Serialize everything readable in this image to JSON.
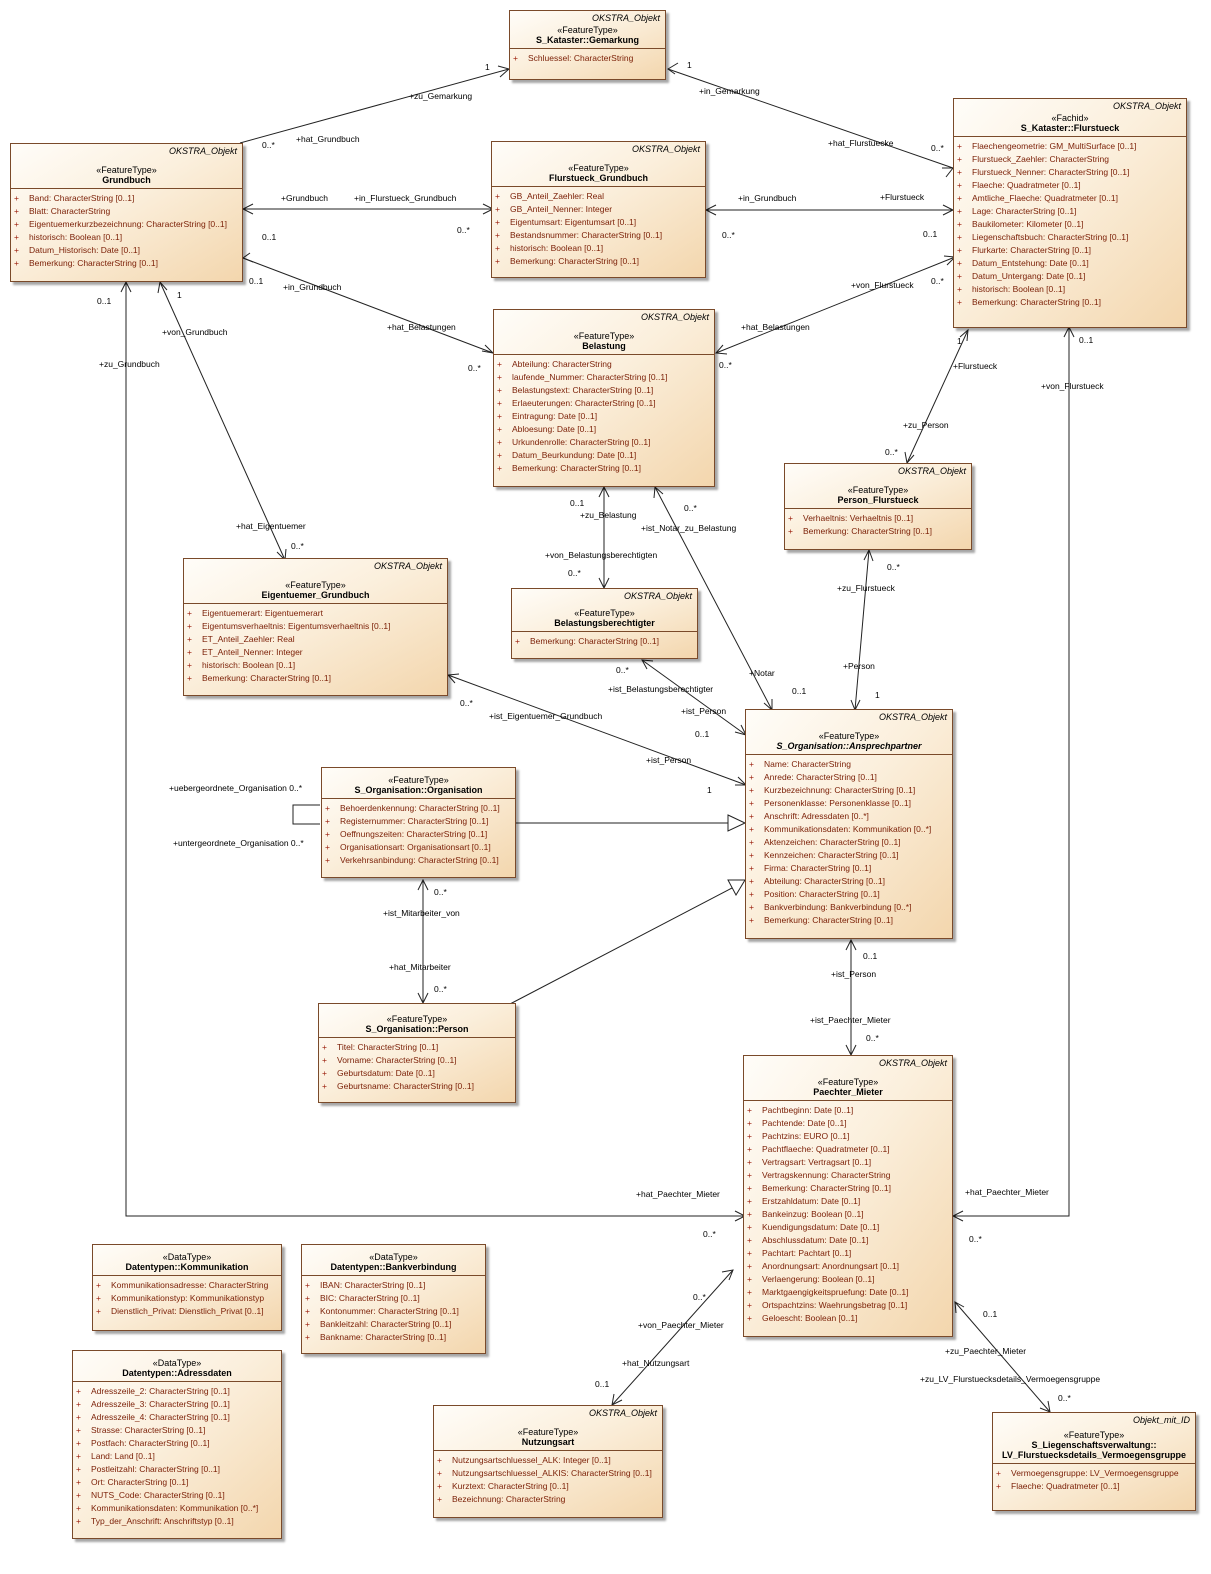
{
  "classes": [
    {
      "id": "gemarkung",
      "tag": "OKSTRA_Objekt",
      "stereotype": "«FeatureType»",
      "name": "S_Kataster::Gemarkung",
      "attrs": [
        {
          "v": "+",
          "t": "Schluessel: CharacterString"
        }
      ]
    },
    {
      "id": "grundbuch",
      "tag": "OKSTRA_Objekt",
      "stereotype": "«FeatureType»",
      "name": "Grundbuch",
      "attrs": [
        {
          "v": "+",
          "t": "Band: CharacterString [0..1]"
        },
        {
          "v": "+",
          "t": "Blatt: CharacterString"
        },
        {
          "v": "+",
          "t": "Eigentuemerkurzbezeichnung: CharacterString [0..1]"
        },
        {
          "v": "+",
          "t": "historisch: Boolean [0..1]"
        },
        {
          "v": "+",
          "t": "Datum_Historisch: Date [0..1]"
        },
        {
          "v": "+",
          "t": "Bemerkung: CharacterString [0..1]"
        }
      ]
    },
    {
      "id": "flst_gb",
      "tag": "OKSTRA_Objekt",
      "stereotype": "«FeatureType»",
      "name": "Flurstueck_Grundbuch",
      "attrs": [
        {
          "v": "+",
          "t": "GB_Anteil_Zaehler: Real"
        },
        {
          "v": "+",
          "t": "GB_Anteil_Nenner: Integer"
        },
        {
          "v": "+",
          "t": "Eigentumsart: Eigentumsart [0..1]"
        },
        {
          "v": "+",
          "t": "Bestandsnummer: CharacterString [0..1]"
        },
        {
          "v": "+",
          "t": "historisch: Boolean [0..1]"
        },
        {
          "v": "+",
          "t": "Bemerkung: CharacterString [0..1]"
        }
      ]
    },
    {
      "id": "flurstueck",
      "tag": "OKSTRA_Objekt",
      "stereotype": "«Fachid»",
      "name": "S_Kataster::Flurstueck",
      "attrs": [
        {
          "v": "+",
          "t": "Flaechengeometrie: GM_MultiSurface [0..1]"
        },
        {
          "v": "+",
          "t": "Flurstueck_Zaehler: CharacterString"
        },
        {
          "v": "+",
          "t": "Flurstueck_Nenner: CharacterString [0..1]"
        },
        {
          "v": "+",
          "t": "Flaeche: Quadratmeter [0..1]"
        },
        {
          "v": "+",
          "t": "Amtliche_Flaeche: Quadratmeter [0..1]"
        },
        {
          "v": "+",
          "t": "Lage: CharacterString [0..1]"
        },
        {
          "v": "+",
          "t": "Baukilometer: Kilometer [0..1]"
        },
        {
          "v": "+",
          "t": "Liegenschaftsbuch: CharacterString [0..1]"
        },
        {
          "v": "+",
          "t": "Flurkarte: CharacterString [0..1]"
        },
        {
          "v": "+",
          "t": "Datum_Entstehung: Date [0..1]"
        },
        {
          "v": "+",
          "t": "Datum_Untergang: Date [0..1]"
        },
        {
          "v": "+",
          "t": "historisch: Boolean [0..1]"
        },
        {
          "v": "+",
          "t": "Bemerkung: CharacterString [0..1]"
        }
      ]
    },
    {
      "id": "belastung",
      "tag": "OKSTRA_Objekt",
      "stereotype": "«FeatureType»",
      "name": "Belastung",
      "attrs": [
        {
          "v": "+",
          "t": "Abteilung: CharacterString"
        },
        {
          "v": "+",
          "t": "laufende_Nummer: CharacterString [0..1]"
        },
        {
          "v": "+",
          "t": "Belastungstext: CharacterString [0..1]"
        },
        {
          "v": "+",
          "t": "Erlaeuterungen: CharacterString [0..1]"
        },
        {
          "v": "+",
          "t": "Eintragung: Date [0..1]"
        },
        {
          "v": "+",
          "t": "Abloesung: Date [0..1]"
        },
        {
          "v": "+",
          "t": "Urkundenrolle: CharacterString [0..1]"
        },
        {
          "v": "+",
          "t": "Datum_Beurkundung: Date [0..1]"
        },
        {
          "v": "+",
          "t": "Bemerkung: CharacterString [0..1]"
        }
      ]
    },
    {
      "id": "person_flst",
      "tag": "OKSTRA_Objekt",
      "stereotype": "«FeatureType»",
      "name": "Person_Flurstueck",
      "attrs": [
        {
          "v": "+",
          "t": "Verhaeltnis: Verhaeltnis [0..1]"
        },
        {
          "v": "+",
          "t": "Bemerkung: CharacterString [0..1]"
        }
      ]
    },
    {
      "id": "eigentuemer",
      "tag": "OKSTRA_Objekt",
      "stereotype": "«FeatureType»",
      "name": "Eigentuemer_Grundbuch",
      "attrs": [
        {
          "v": "+",
          "t": "Eigentuemerart: Eigentuemerart"
        },
        {
          "v": "+",
          "t": "Eigentumsverhaeltnis: Eigentumsverhaeltnis [0..1]"
        },
        {
          "v": "+",
          "t": "ET_Anteil_Zaehler: Real"
        },
        {
          "v": "+",
          "t": "ET_Anteil_Nenner: Integer"
        },
        {
          "v": "+",
          "t": "historisch: Boolean [0..1]"
        },
        {
          "v": "+",
          "t": "Bemerkung: CharacterString [0..1]"
        }
      ]
    },
    {
      "id": "belberecht",
      "tag": "OKSTRA_Objekt",
      "stereotype": "«FeatureType»",
      "name": "Belastungsberechtigter",
      "attrs": [
        {
          "v": "+",
          "t": "Bemerkung: CharacterString [0..1]"
        }
      ]
    },
    {
      "id": "ansprech",
      "tag": "OKSTRA_Objekt",
      "stereotype": "«FeatureType»",
      "name": "S_Organisation::Ansprechpartner",
      "italic": true,
      "attrs": [
        {
          "v": "+",
          "t": "Name: CharacterString"
        },
        {
          "v": "+",
          "t": "Anrede: CharacterString [0..1]"
        },
        {
          "v": "+",
          "t": "Kurzbezeichnung: CharacterString [0..1]"
        },
        {
          "v": "+",
          "t": "Personenklasse: Personenklasse [0..1]"
        },
        {
          "v": "+",
          "t": "Anschrift: Adressdaten [0..*]"
        },
        {
          "v": "+",
          "t": "Kommunikationsdaten: Kommunikation [0..*]"
        },
        {
          "v": "+",
          "t": "Aktenzeichen: CharacterString [0..1]"
        },
        {
          "v": "+",
          "t": "Kennzeichen: CharacterString [0..1]"
        },
        {
          "v": "+",
          "t": "Firma: CharacterString [0..1]"
        },
        {
          "v": "+",
          "t": "Abteilung: CharacterString [0..1]"
        },
        {
          "v": "+",
          "t": "Position: CharacterString [0..1]"
        },
        {
          "v": "+",
          "t": "Bankverbindung: Bankverbindung [0..*]"
        },
        {
          "v": "+",
          "t": "Bemerkung: CharacterString [0..1]"
        }
      ]
    },
    {
      "id": "organisation",
      "tag": "",
      "stereotype": "«FeatureType»",
      "name": "S_Organisation::Organisation",
      "attrs": [
        {
          "v": "+",
          "t": "Behoerdenkennung: CharacterString [0..1]"
        },
        {
          "v": "+",
          "t": "Registernummer: CharacterString [0..1]"
        },
        {
          "v": "+",
          "t": "Oeffnungszeiten: CharacterString [0..1]"
        },
        {
          "v": "+",
          "t": "Organisationsart: Organisationsart [0..1]"
        },
        {
          "v": "+",
          "t": "Verkehrsanbindung: CharacterString [0..1]"
        }
      ]
    },
    {
      "id": "orgperson",
      "tag": "",
      "stereotype": "«FeatureType»",
      "name": "S_Organisation::Person",
      "attrs": [
        {
          "v": "+",
          "t": "Titel: CharacterString [0..1]"
        },
        {
          "v": "+",
          "t": "Vorname: CharacterString [0..1]"
        },
        {
          "v": "+",
          "t": "Geburtsdatum: Date [0..1]"
        },
        {
          "v": "+",
          "t": "Geburtsname: CharacterString [0..1]"
        }
      ]
    },
    {
      "id": "paechter",
      "tag": "OKSTRA_Objekt",
      "stereotype": "«FeatureType»",
      "name": "Paechter_Mieter",
      "attrs": [
        {
          "v": "+",
          "t": "Pachtbeginn: Date [0..1]"
        },
        {
          "v": "+",
          "t": "Pachtende: Date [0..1]"
        },
        {
          "v": "+",
          "t": "Pachtzins: EURO [0..1]"
        },
        {
          "v": "+",
          "t": "Pachtflaeche: Quadratmeter [0..1]"
        },
        {
          "v": "+",
          "t": "Vertragsart: Vertragsart [0..1]"
        },
        {
          "v": "+",
          "t": "Vertragskennung: CharacterString"
        },
        {
          "v": "+",
          "t": "Bemerkung: CharacterString [0..1]"
        },
        {
          "v": "+",
          "t": "Erstzahldatum: Date [0..1]"
        },
        {
          "v": "+",
          "t": "Bankeinzug: Boolean [0..1]"
        },
        {
          "v": "+",
          "t": "Kuendigungsdatum: Date [0..1]"
        },
        {
          "v": "+",
          "t": "Abschlussdatum: Date [0..1]"
        },
        {
          "v": "+",
          "t": "Pachtart: Pachtart [0..1]"
        },
        {
          "v": "+",
          "t": "Anordnungsart: Anordnungsart [0..1]"
        },
        {
          "v": "+",
          "t": "Verlaengerung: Boolean [0..1]"
        },
        {
          "v": "+",
          "t": "Marktgaengigkeitspruefung: Date [0..1]"
        },
        {
          "v": "+",
          "t": "Ortspachtzins: Waehrungsbetrag [0..1]"
        },
        {
          "v": "+",
          "t": "Geloescht: Boolean [0..1]"
        }
      ]
    },
    {
      "id": "kommunikation",
      "tag": "",
      "stereotype": "«DataType»",
      "name": "Datentypen::Kommunikation",
      "attrs": [
        {
          "v": "+",
          "t": "Kommunikationsadresse: CharacterString"
        },
        {
          "v": "+",
          "t": "Kommunikationstyp: Kommunikationstyp"
        },
        {
          "v": "+",
          "t": "Dienstlich_Privat: Dienstlich_Privat [0..1]"
        }
      ]
    },
    {
      "id": "bankverbindung",
      "tag": "",
      "stereotype": "«DataType»",
      "name": "Datentypen::Bankverbindung",
      "attrs": [
        {
          "v": "+",
          "t": "IBAN: CharacterString [0..1]"
        },
        {
          "v": "+",
          "t": "BIC: CharacterString [0..1]"
        },
        {
          "v": "+",
          "t": "Kontonummer: CharacterString [0..1]"
        },
        {
          "v": "+",
          "t": "Bankleitzahl: CharacterString [0..1]"
        },
        {
          "v": "+",
          "t": "Bankname: CharacterString [0..1]"
        }
      ]
    },
    {
      "id": "adressdaten",
      "tag": "",
      "stereotype": "«DataType»",
      "name": "Datentypen::Adressdaten",
      "attrs": [
        {
          "v": "+",
          "t": "Adresszeile_2: CharacterString [0..1]"
        },
        {
          "v": "+",
          "t": "Adresszeile_3: CharacterString [0..1]"
        },
        {
          "v": "+",
          "t": "Adresszeile_4: CharacterString [0..1]"
        },
        {
          "v": "+",
          "t": "Strasse: CharacterString [0..1]"
        },
        {
          "v": "+",
          "t": "Postfach: CharacterString [0..1]"
        },
        {
          "v": "+",
          "t": "Land: Land [0..1]"
        },
        {
          "v": "+",
          "t": "Postleitzahl: CharacterString [0..1]"
        },
        {
          "v": "+",
          "t": "Ort: CharacterString [0..1]"
        },
        {
          "v": "+",
          "t": "NUTS_Code: CharacterString [0..1]"
        },
        {
          "v": "+",
          "t": "Kommunikationsdaten: Kommunikation [0..*]"
        },
        {
          "v": "+",
          "t": "Typ_der_Anschrift: Anschriftstyp [0..1]"
        }
      ]
    },
    {
      "id": "nutzungsart",
      "tag": "OKSTRA_Objekt",
      "stereotype": "«FeatureType»",
      "name": "Nutzungsart",
      "attrs": [
        {
          "v": "+",
          "t": "Nutzungsartschluessel_ALK: Integer [0..1]"
        },
        {
          "v": "+",
          "t": "Nutzungsartschluessel_ALKIS: CharacterString [0..1]"
        },
        {
          "v": "+",
          "t": "Kurztext: CharacterString [0..1]"
        },
        {
          "v": "+",
          "t": "Bezeichnung: CharacterString"
        }
      ]
    },
    {
      "id": "lvflst",
      "tag": "Objekt_mit_ID",
      "stereotype": "«FeatureType»",
      "name": "S_Liegenschaftsverwaltung::",
      "name2": "LV_Flurstuecksdetails_Vermoegensgruppe",
      "attrs": [
        {
          "v": "+",
          "t": "Vermoegensgruppe: LV_Vermoegensgruppe"
        },
        {
          "v": "+",
          "t": "Flaeche: Quadratmeter [0..1]"
        }
      ]
    }
  ],
  "labels": [
    "1",
    "+zu_Gemarkung",
    "0..*",
    "+hat_Grundbuch",
    "1",
    "+in_Gemarkung",
    "+hat_Flurstuecke",
    "0..*",
    "+Grundbuch",
    "+in_Flurstueck_Grundbuch",
    "0..*",
    "0..1",
    "+in_Grundbuch",
    "+Flurstueck",
    "0..*",
    "0..1",
    "0..1",
    "+in_Grundbuch",
    "+hat_Belastungen",
    "0..*",
    "+von_Flurstueck",
    "0..*",
    "+hat_Belastungen",
    "0..*",
    "1",
    "+von_Grundbuch",
    "0..1",
    "+zu_Grundbuch",
    "+hat_Eigentuemer",
    "0..*",
    "1",
    "+Flurstueck",
    "+zu_Person",
    "0..*",
    "0..1",
    "+von_Flurstueck",
    "0..1",
    "+zu_Belastung",
    "+von_Belastungsberechtigten",
    "0..*",
    "0..*",
    "+ist_Notar_zu_Belastung",
    "0..*",
    "+zu_Flurstueck",
    "+Person",
    "1",
    "0..*",
    "+ist_Belastungsberechtigter",
    "+ist_Person",
    "0..1",
    "+Notar",
    "0..1",
    "0..*",
    "+ist_Eigentuemer_Grundbuch",
    "+ist_Person",
    "1",
    "+uebergeordnete_Organisation 0..*",
    "+untergeordnete_Organisation 0..*",
    "0..*",
    "+ist_Mitarbeiter_von",
    "+hat_Mitarbeiter",
    "0..*",
    "0..1",
    "+ist_Person",
    "+ist_Paechter_Mieter",
    "0..*",
    "+hat_Paechter_Mieter",
    "0..*",
    "+hat_Paechter_Mieter",
    "0..*",
    "0..*",
    "+von_Paechter_Mieter",
    "+hat_Nutzungsart",
    "0..1",
    "0..1",
    "+zu_Paechter_Mieter",
    "+zu_LV_Flurstuecksdetails_Vermoegensgruppe",
    "0..*"
  ]
}
